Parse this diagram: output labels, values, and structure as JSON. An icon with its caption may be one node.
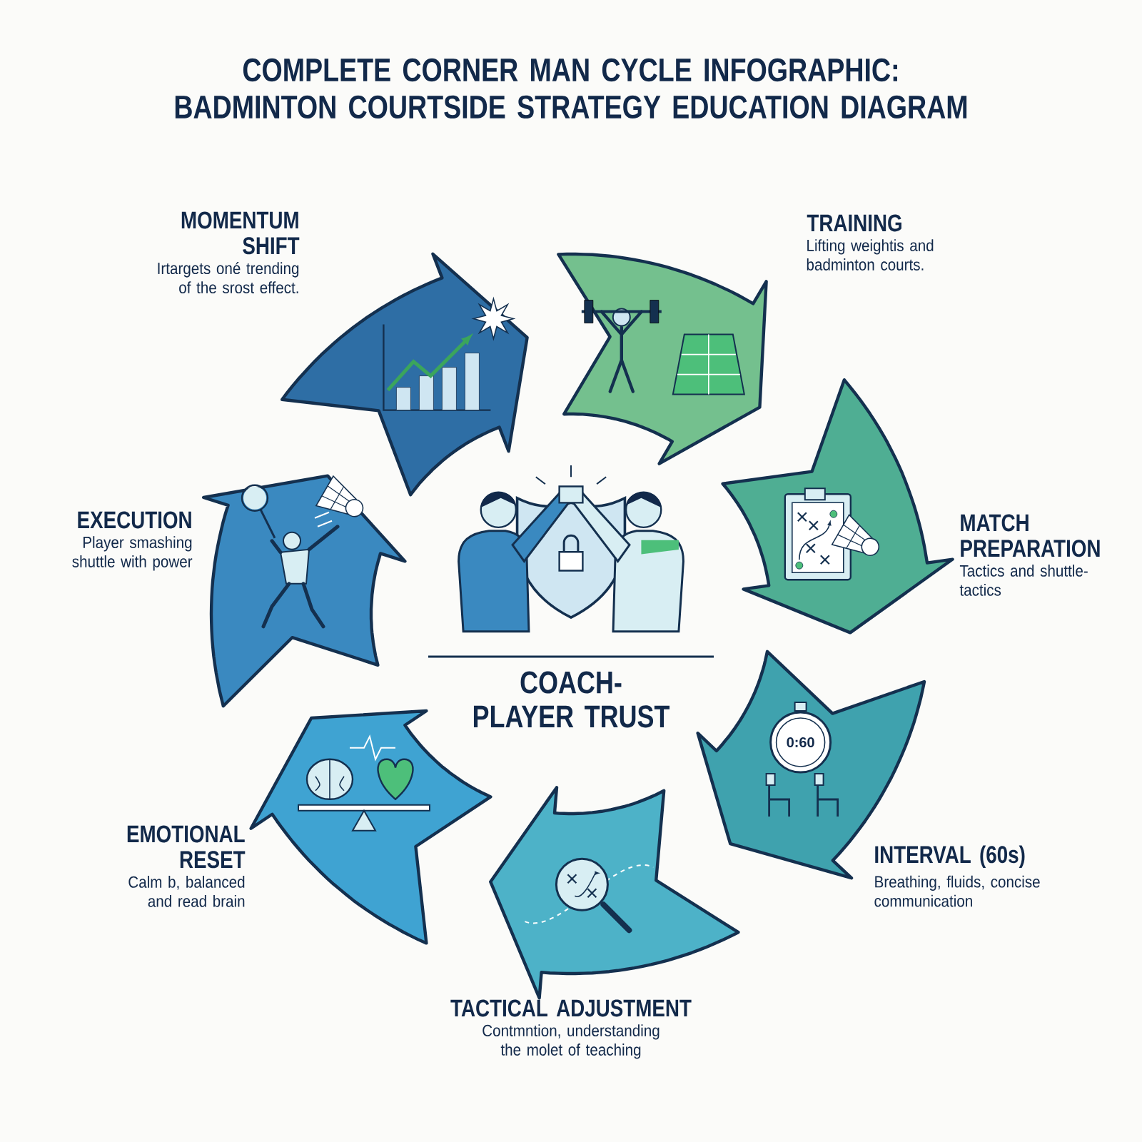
{
  "diagram": {
    "title": "COMPLETE CORNER MAN CYCLE INFOGRAPHIC: BADMINTON COURTSIDE STRATEGY EDUCATION DIAGRAM",
    "nodes": [
      {
        "text": [
          "TRAINING",
          "Lifting weightis and badminton courts."
        ]
      },
      {
        "text": [
          "MATCH PREPARATION",
          "Tactics and shuttle-tactics"
        ]
      },
      {
        "text": [
          "INTERVAL (60s)",
          "Breathing, fluids, concise communication"
        ]
      },
      {
        "text": [
          "TACTICAL ADJUSTMENT",
          "Contmntion, understanding the molet of teaching"
        ]
      },
      {
        "text": [
          "EMOTIONAL RESET",
          "Calm b, balanced and read brain"
        ]
      },
      {
        "text": [
          "EXECUTION",
          "Player smashing shuttle with power"
        ]
      },
      {
        "text": [
          "MOMENTUM SHIFT",
          "Irtargets oné trending of the srost effect."
        ]
      },
      {
        "text": [
          "COACH-PLAYER TRUST"
        ]
      }
    ],
    "labels": [
      "0:60"
    ]
  }
}
